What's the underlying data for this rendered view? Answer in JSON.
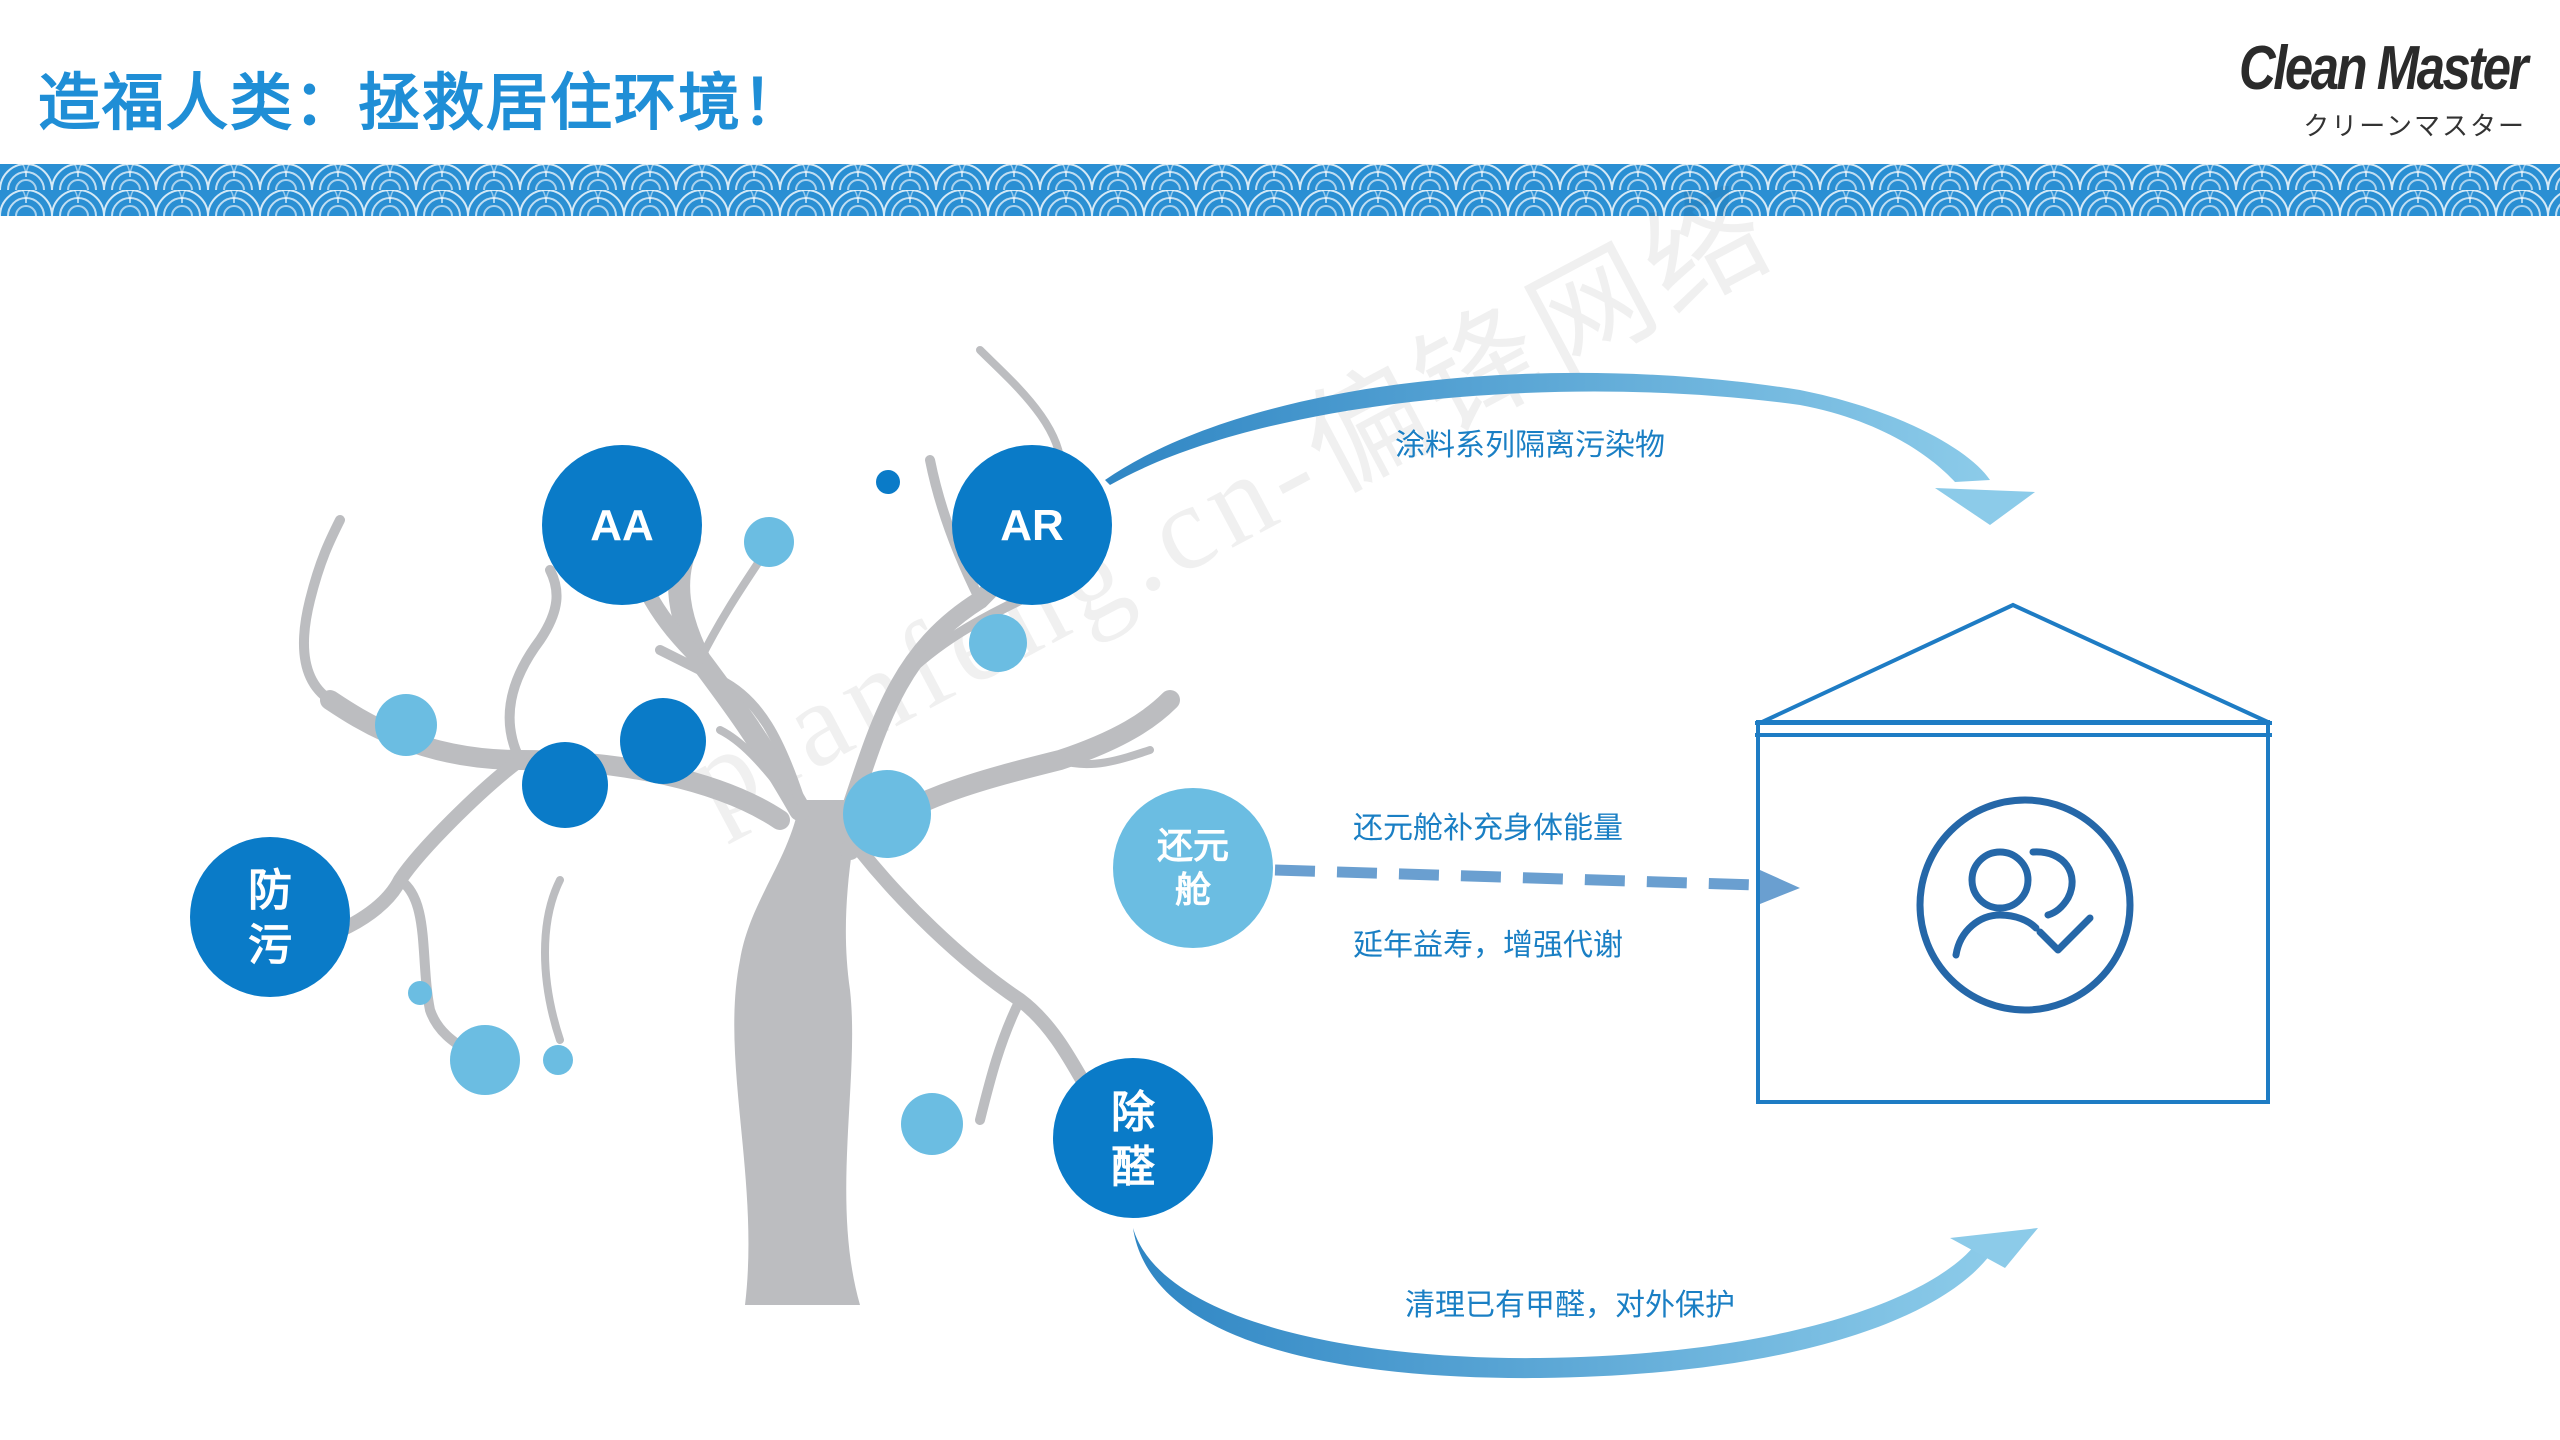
{
  "header": {
    "title": "造福人类：拯救居住环境！",
    "logo_main": "Clean Master",
    "logo_sub": "クリーンマスター"
  },
  "nodes": {
    "aa": "AA",
    "ar": "AR",
    "fangwu_1": "防",
    "fangwu_2": "污",
    "huanyuan_1": "还元",
    "huanyuan_2": "舱",
    "chuquan_1": "除",
    "chuquan_2": "醛"
  },
  "labels": {
    "top_arrow": "涂料系列隔离污染物",
    "middle_arrow_line1": "还元舱补充身体能量",
    "middle_arrow_line2": "延年益寿，增强代谢",
    "bottom_arrow": "清理已有甲醛，对外保护"
  },
  "watermark": "pianfeng.cn-偏锋网络",
  "colors": {
    "title_blue": "#1f8ed6",
    "dark_blue": "#0a7bc8",
    "light_blue": "#6bbde2",
    "house_blue": "#1e7cc4",
    "tree_gray": "#bcbdc0",
    "text_blue": "#1a7fc4"
  },
  "icons": {
    "house": "house-icon",
    "users": "users-check-icon"
  }
}
